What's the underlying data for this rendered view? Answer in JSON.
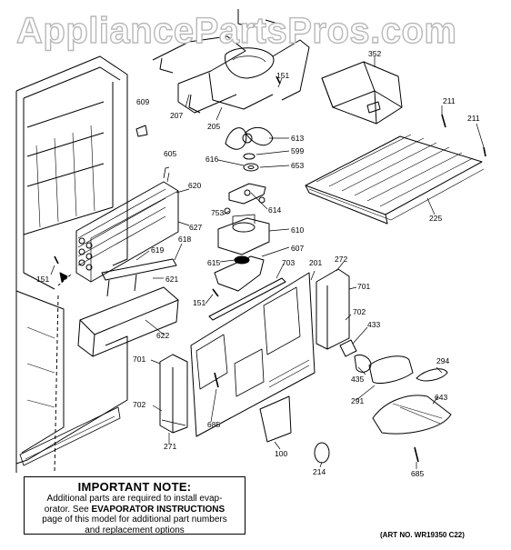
{
  "watermark": "AppliancePartsPros.com",
  "note": {
    "heading": "IMPORTANT NOTE:",
    "line1": "Additional parts are required to install evap-",
    "line2_before": "orator.  See ",
    "line2_bold": "EVAPORATOR INSTRUCTIONS",
    "line3": "page of this model for additional part numbers",
    "line4": "and replacement options"
  },
  "art_number": "(ART NO. WR19350 C22)",
  "callouts": [
    {
      "id": "c352",
      "label": "352"
    },
    {
      "id": "c151a",
      "label": "151"
    },
    {
      "id": "c207",
      "label": "207"
    },
    {
      "id": "c205",
      "label": "205"
    },
    {
      "id": "c609",
      "label": "609"
    },
    {
      "id": "c211a",
      "label": "211"
    },
    {
      "id": "c211b",
      "label": "211"
    },
    {
      "id": "c613",
      "label": "613"
    },
    {
      "id": "c599",
      "label": "599"
    },
    {
      "id": "c616",
      "label": "616"
    },
    {
      "id": "c653",
      "label": "653"
    },
    {
      "id": "c605",
      "label": "605"
    },
    {
      "id": "c620",
      "label": "620"
    },
    {
      "id": "c614",
      "label": "614"
    },
    {
      "id": "c753",
      "label": "753"
    },
    {
      "id": "c627",
      "label": "627"
    },
    {
      "id": "c225",
      "label": "225"
    },
    {
      "id": "c610",
      "label": "610"
    },
    {
      "id": "c618",
      "label": "618"
    },
    {
      "id": "c619",
      "label": "619"
    },
    {
      "id": "c607",
      "label": "607"
    },
    {
      "id": "c615",
      "label": "615"
    },
    {
      "id": "c703",
      "label": "703"
    },
    {
      "id": "c201",
      "label": "201"
    },
    {
      "id": "c272",
      "label": "272"
    },
    {
      "id": "c151b",
      "label": "151"
    },
    {
      "id": "c621",
      "label": "621"
    },
    {
      "id": "c701a",
      "label": "701"
    },
    {
      "id": "c151c",
      "label": "151"
    },
    {
      "id": "c702a",
      "label": "702"
    },
    {
      "id": "c433",
      "label": "433"
    },
    {
      "id": "c622",
      "label": "622"
    },
    {
      "id": "c701b",
      "label": "701"
    },
    {
      "id": "c294",
      "label": "294"
    },
    {
      "id": "c435",
      "label": "435"
    },
    {
      "id": "c291",
      "label": "291"
    },
    {
      "id": "c643",
      "label": "643"
    },
    {
      "id": "c702b",
      "label": "702"
    },
    {
      "id": "c685a",
      "label": "685"
    },
    {
      "id": "c271",
      "label": "271"
    },
    {
      "id": "c100",
      "label": "100"
    },
    {
      "id": "c214",
      "label": "214"
    },
    {
      "id": "c685b",
      "label": "685"
    }
  ]
}
